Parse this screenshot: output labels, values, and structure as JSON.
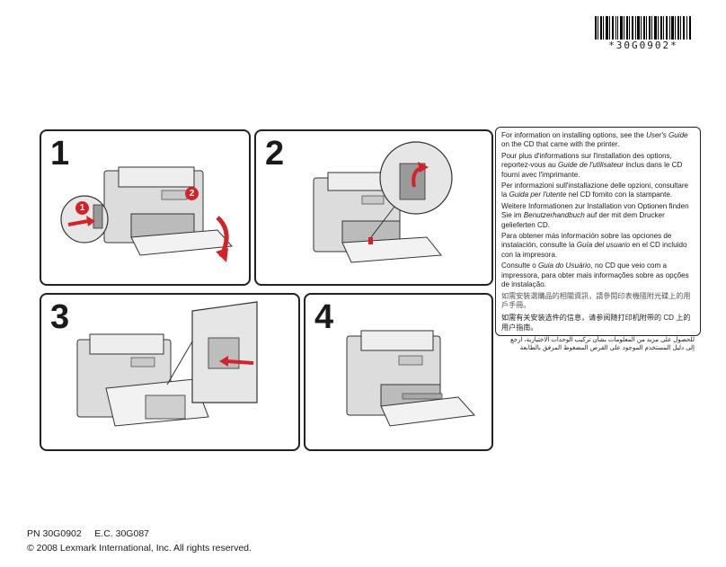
{
  "barcode": {
    "text": "*30G0902*"
  },
  "steps": [
    {
      "number": "1",
      "callouts": [
        "1",
        "2"
      ]
    },
    {
      "number": "2"
    },
    {
      "number": "3"
    },
    {
      "number": "4"
    }
  ],
  "info": {
    "en": {
      "before": "For information on installing options, see the ",
      "em": "User's Guide",
      "after": " on the CD that came with the printer."
    },
    "fr": {
      "before": "Pour plus d'informations sur l'installation des options, reportez-vous au ",
      "em": "Guide de l'utilisateur",
      "after": " inclus dans le CD fourni avec l'imprimante."
    },
    "it": {
      "before": "Per informazioni sull'installazione delle opzioni, consultare la ",
      "em": "Guida per l'utente",
      "after": " nel CD fornito con la stampante."
    },
    "de": {
      "before": "Weitere Informationen zur Installation von Optionen finden Sie im ",
      "em": "Benutzerhandbuch",
      "after": " auf der mit dem Drucker gelieferten CD."
    },
    "es": {
      "before": "Para obtener más información sobre las opciones de instalación, consulte la ",
      "em": "Guía del usuario",
      "after": " en el CD incluido con la impresora."
    },
    "pt": {
      "before": "Consulte o ",
      "em": "Guia do Usuário",
      "after": ", no CD que veio com a impressora, para obter mais informações sobre as opções de instalação."
    },
    "zh_tw": "如需安裝選購品的相關資訊，請參閱印表機隨附光碟上的用戶手冊。",
    "zh_cn": "如需有关安装选件的信息，请参阅随打印机附带的 CD 上的用户指南。",
    "ar": "للحصول على مزيد من المعلومات بشأن تركيب الوحدات الاختيارية، ارجع إلى دليل المستخدم الموجود على القرص المضغوط المرفق بالطابعة"
  },
  "footer": {
    "pn": "PN 30G0902     E.C. 30G087",
    "copyright": "© 2008 Lexmark International, Inc. All rights reserved."
  },
  "colors": {
    "arrow": "#d2232a",
    "printer": "#d9d9d9",
    "outline": "#333333"
  }
}
